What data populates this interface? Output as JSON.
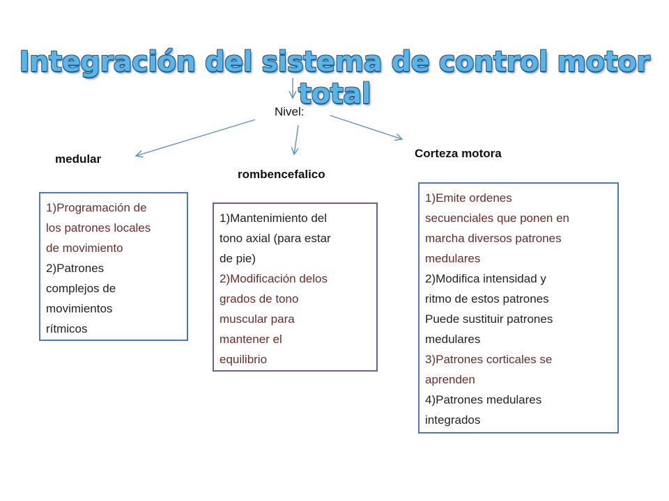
{
  "title": "Integración del sistema de control motor total",
  "root": {
    "label": "Nivel:"
  },
  "levels": [
    {
      "label": "medular",
      "lines": [
        {
          "text": "1)Programación de",
          "tone": "red"
        },
        {
          "text": "los patrones locales",
          "tone": "red"
        },
        {
          "text": "de movimiento",
          "tone": "red"
        },
        {
          "text": "2)Patrones",
          "tone": "black"
        },
        {
          "text": "complejos de",
          "tone": "black"
        },
        {
          "text": "movimientos",
          "tone": "black"
        },
        {
          "text": "rítmicos",
          "tone": "black"
        }
      ]
    },
    {
      "label": "rombencefalico",
      "lines": [
        {
          "text": "1)Mantenimiento del",
          "tone": "black"
        },
        {
          "text": "tono axial (para estar",
          "tone": "black"
        },
        {
          "text": "de pie)",
          "tone": "black"
        },
        {
          "text": "2)Modificación delos",
          "tone": "red"
        },
        {
          "text": "grados de tono",
          "tone": "red"
        },
        {
          "text": "muscular para",
          "tone": "red"
        },
        {
          "text": "mantener el",
          "tone": "red"
        },
        {
          "text": "equilibrio",
          "tone": "red"
        }
      ]
    },
    {
      "label": "Corteza motora",
      "lines": [
        {
          "text": "1)Emite ordenes",
          "tone": "red"
        },
        {
          "text": "secuenciales que ponen en",
          "tone": "red"
        },
        {
          "text": "marcha diversos patrones",
          "tone": "red"
        },
        {
          "text": "medulares",
          "tone": "red"
        },
        {
          "text": "2)Modifica intensidad y",
          "tone": "black"
        },
        {
          "text": "ritmo de estos patrones",
          "tone": "black"
        },
        {
          "text": "Puede sustituir patrones",
          "tone": "black"
        },
        {
          "text": "medulares",
          "tone": "black"
        },
        {
          "text": "3)Patrones corticales se",
          "tone": "red"
        },
        {
          "text": "aprenden",
          "tone": "red"
        },
        {
          "text": "4)Patrones medulares",
          "tone": "black"
        },
        {
          "text": "integrados",
          "tone": "black"
        }
      ]
    }
  ]
}
